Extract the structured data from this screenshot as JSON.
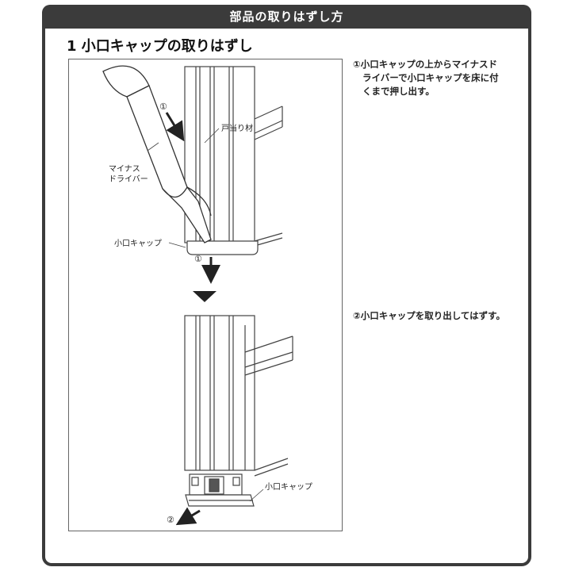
{
  "header": {
    "title": "部品の取りはずし方"
  },
  "section": {
    "title": "1 小口キャップの取りはずし"
  },
  "illustration": {
    "label_screwdriver_line1": "マイナス",
    "label_screwdriver_line2": "ドライバー",
    "label_door_stop": "戸当り材",
    "label_cap_top": "小口キャップ",
    "label_cap_bottom": "小口キャップ",
    "marker_1a": "①",
    "marker_1b": "①",
    "marker_2": "②"
  },
  "steps": [
    {
      "lines": [
        "①小口キャップの上からマイナスド",
        "ライバーで小口キャップを床に付",
        "くまで押し出す。"
      ]
    },
    {
      "lines": [
        "②小口キャップを取り出してはずす。"
      ]
    }
  ]
}
